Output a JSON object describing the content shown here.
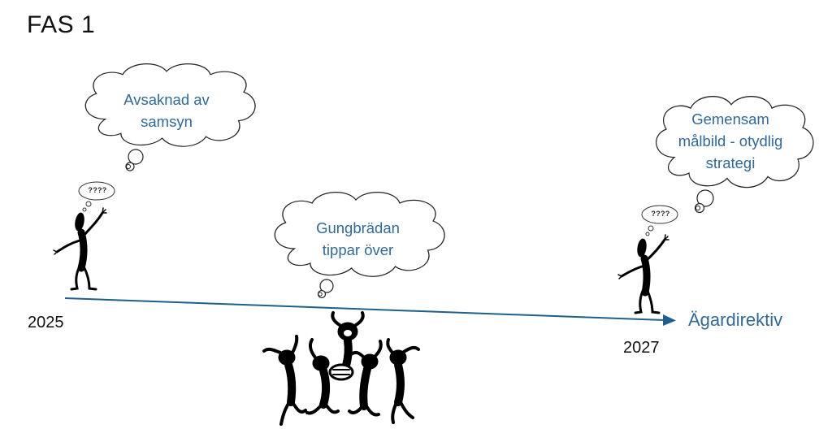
{
  "title": "FAS 1",
  "timeline": {
    "start_year": "2025",
    "end_year": "2027",
    "end_label": "Ägardirektiv",
    "color": "#1f5f8b"
  },
  "clouds": [
    {
      "id": "left",
      "lines": [
        "Avsaknad av",
        "samsyn"
      ]
    },
    {
      "id": "middle",
      "lines": [
        "Gungbrädan",
        "tippar över"
      ]
    },
    {
      "id": "right",
      "lines": [
        "Gemensam",
        "målbild - otydlig",
        "strategi"
      ]
    }
  ],
  "thought_bubbles": [
    {
      "id": "left-person",
      "text": "????"
    },
    {
      "id": "right-person",
      "text": "????"
    }
  ],
  "colors": {
    "cloud_text": "#2e6a9b",
    "figure": "#000000"
  }
}
